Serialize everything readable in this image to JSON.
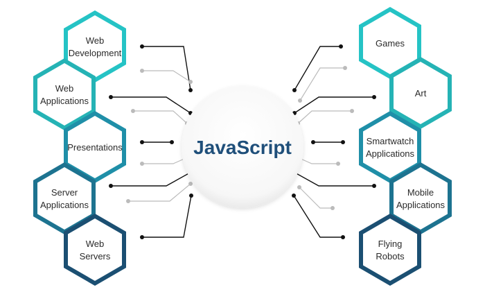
{
  "center": {
    "label": "JavaScript",
    "color": "#1f4f7a"
  },
  "left": [
    {
      "lines": [
        "Web",
        "Development"
      ],
      "color": "#25c3c5"
    },
    {
      "lines": [
        "Web",
        "Applications"
      ],
      "color": "#25b3b5"
    },
    {
      "lines": [
        "Presentations"
      ],
      "color": "#1f8fa8"
    },
    {
      "lines": [
        "Server",
        "Applications"
      ],
      "color": "#1d7390"
    },
    {
      "lines": [
        "Web",
        "Servers"
      ],
      "color": "#1b4f72"
    }
  ],
  "right": [
    {
      "lines": [
        "Games"
      ],
      "color": "#25c3c5"
    },
    {
      "lines": [
        "Art"
      ],
      "color": "#25b3b5"
    },
    {
      "lines": [
        "Smartwatch",
        "Applications"
      ],
      "color": "#1f8fa8"
    },
    {
      "lines": [
        "Mobile",
        "Applications"
      ],
      "color": "#1d7390"
    },
    {
      "lines": [
        "Flying",
        "Robots"
      ],
      "color": "#1b4f72"
    }
  ],
  "connector_colors": {
    "dark": "#111111",
    "light": "#bbbbbb"
  }
}
